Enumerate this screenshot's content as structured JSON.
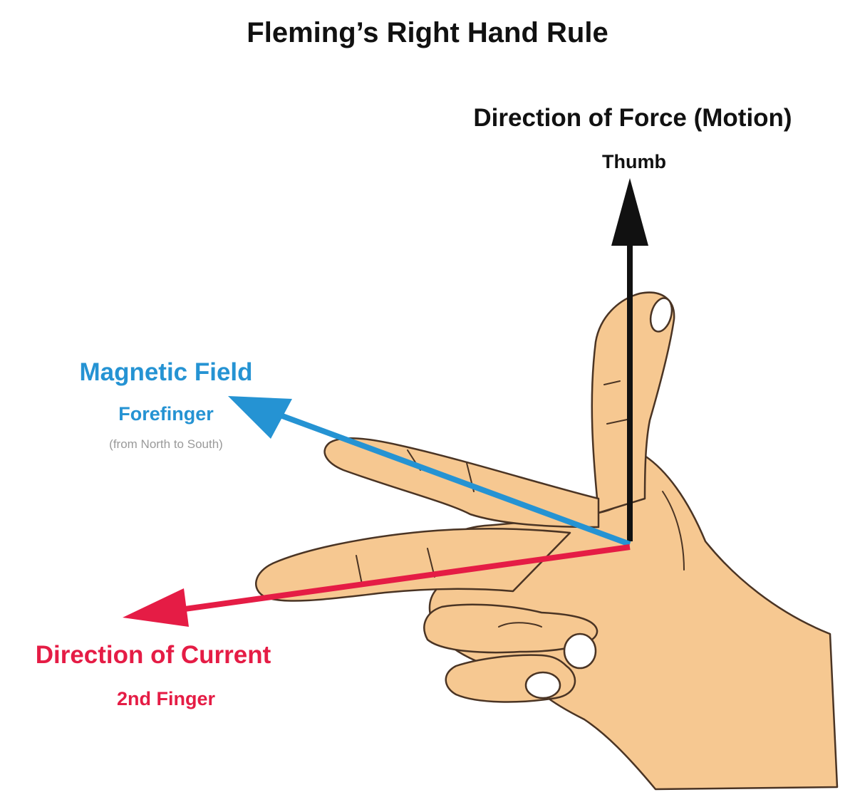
{
  "title": "Fleming’s Right Hand Rule",
  "force": {
    "heading": "Direction of Force (Motion)",
    "finger": "Thumb"
  },
  "field": {
    "heading": "Magnetic Field",
    "finger": "Forefinger",
    "note": "(from North to South)"
  },
  "current": {
    "heading": "Direction of Current",
    "finger": "2nd Finger"
  },
  "colors": {
    "text": "#111111",
    "force_arrow": "#111111",
    "field_arrow": "#2593d3",
    "current_arrow": "#e51c45",
    "field_note": "#9a9a9a",
    "skin": "#f6c891",
    "skin_outline": "#4a3424",
    "nail": "#ffffff"
  }
}
